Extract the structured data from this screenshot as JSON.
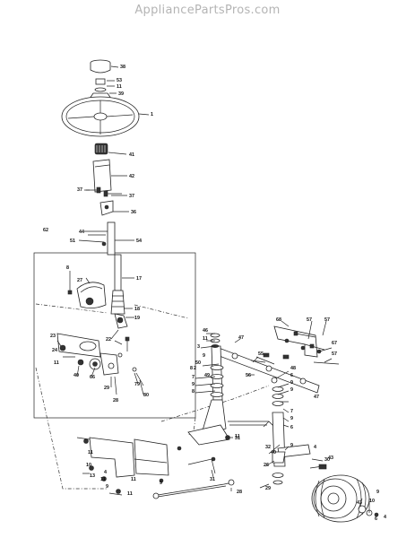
{
  "watermark": "AppliancePartsPros.com",
  "callouts": [
    "38",
    "53",
    "11",
    "39",
    "1",
    "41",
    "42",
    "37",
    "37",
    "36",
    "44",
    "51",
    "54",
    "62",
    "17",
    "8",
    "27",
    "18",
    "19",
    "23",
    "22",
    "24",
    "11",
    "40",
    "66",
    "29",
    "28",
    "79",
    "80",
    "68",
    "57",
    "57",
    "67",
    "57",
    "46",
    "11",
    "47",
    "3",
    "9",
    "50",
    "2",
    "55",
    "49",
    "7",
    "9",
    "8",
    "48",
    "6",
    "9",
    "56",
    "9",
    "47",
    "7",
    "9",
    "6",
    "31",
    "9",
    "8",
    "32",
    "11",
    "4",
    "11",
    "10",
    "11",
    "9",
    "13",
    "43",
    "11",
    "4",
    "9",
    "11",
    "31",
    "40",
    "26",
    "29",
    "28",
    "30",
    "10",
    "43",
    "6",
    "4",
    "9"
  ]
}
